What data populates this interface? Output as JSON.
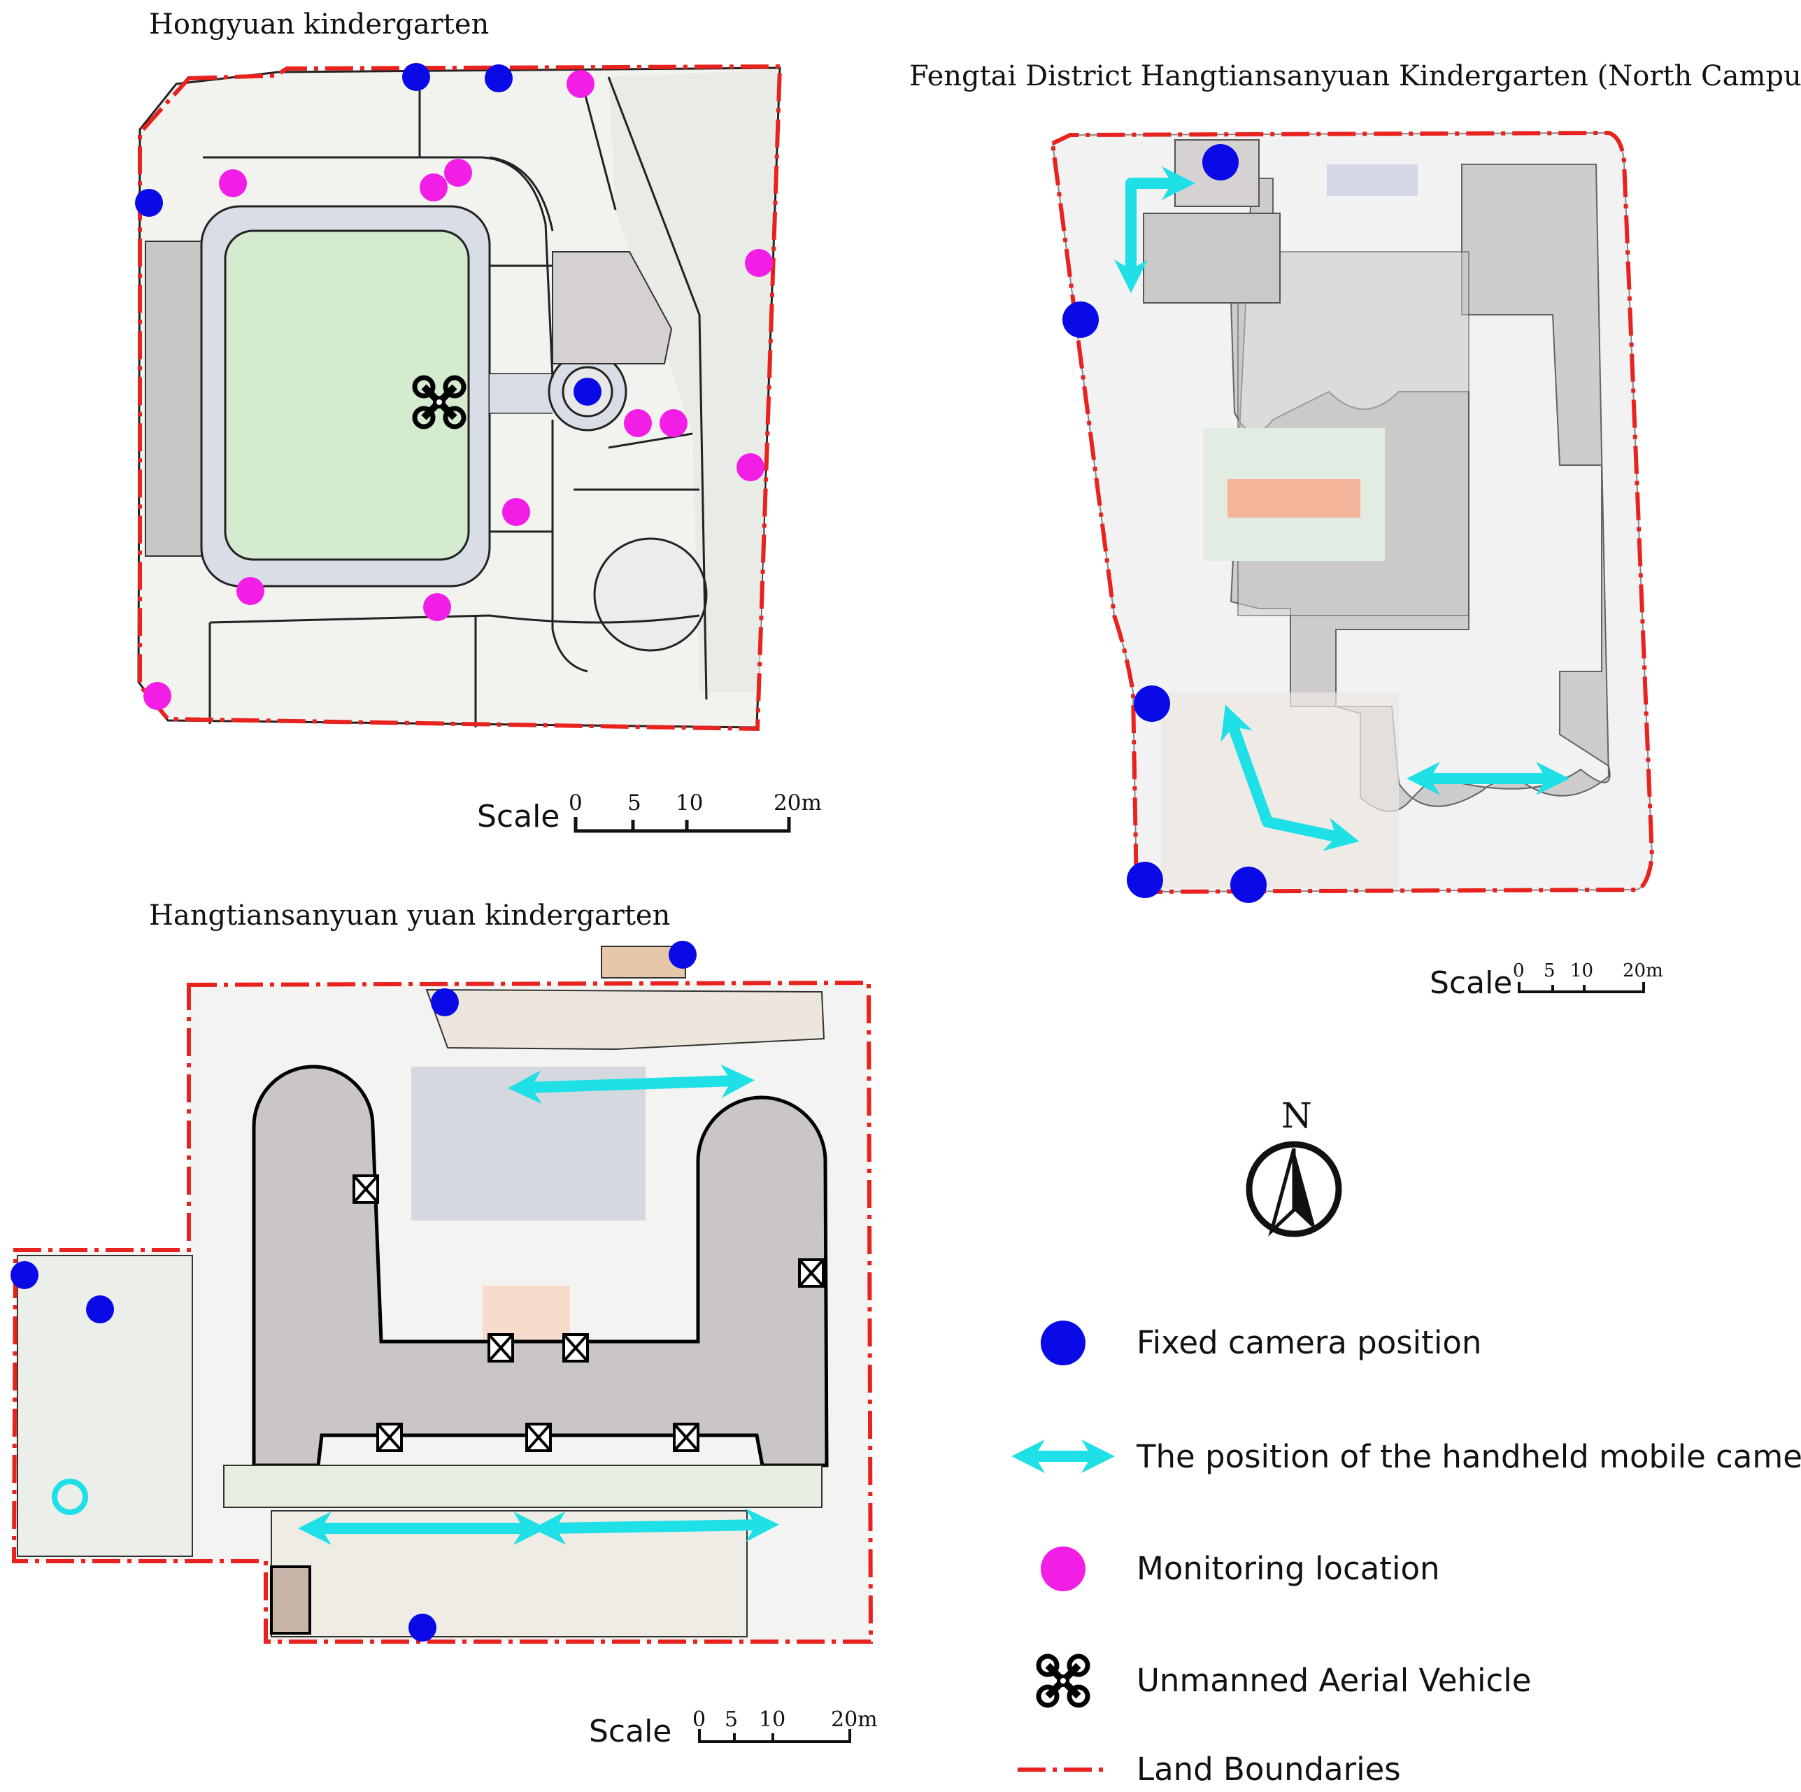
{
  "maps": {
    "hongyuan": {
      "title": "Hongyuan kindergarten",
      "scale": {
        "word": "Scale",
        "ticks": [
          "0",
          "5",
          "10",
          "20m"
        ]
      }
    },
    "fengtai": {
      "title": "Fengtai District Hangtiansanyuan Kindergarten (North Campus)",
      "scale": {
        "word": "Scale",
        "ticks": [
          "0",
          "5",
          "10",
          "20m"
        ]
      }
    },
    "hangtian": {
      "title": "Hangtiansanyuan yuan kindergarten",
      "scale": {
        "word": "Scale",
        "ticks": [
          "0",
          "5",
          "10",
          "20m"
        ]
      }
    }
  },
  "north_arrow": {
    "letter": "N"
  },
  "legend": {
    "fixed_camera": "Fixed camera position",
    "handheld_camera": "The position of the handheld mobile camera",
    "monitoring": "Monitoring location",
    "uav": "Unmanned Aerial Vehicle",
    "boundary": "Land Boundaries"
  },
  "colors": {
    "fixed_camera": "#0a0ae6",
    "handheld_camera": "#1fe0e6",
    "monitoring": "#f21ee6",
    "boundary": "#e8231f",
    "building": "#cbc8c8",
    "lawn": "#d4ebcf"
  },
  "icons": {
    "fixed_camera": "blue-dot-icon",
    "handheld_camera": "double-arrow-icon",
    "monitoring": "magenta-dot-icon",
    "uav": "drone-icon",
    "boundary": "dash-dot-line-icon"
  }
}
